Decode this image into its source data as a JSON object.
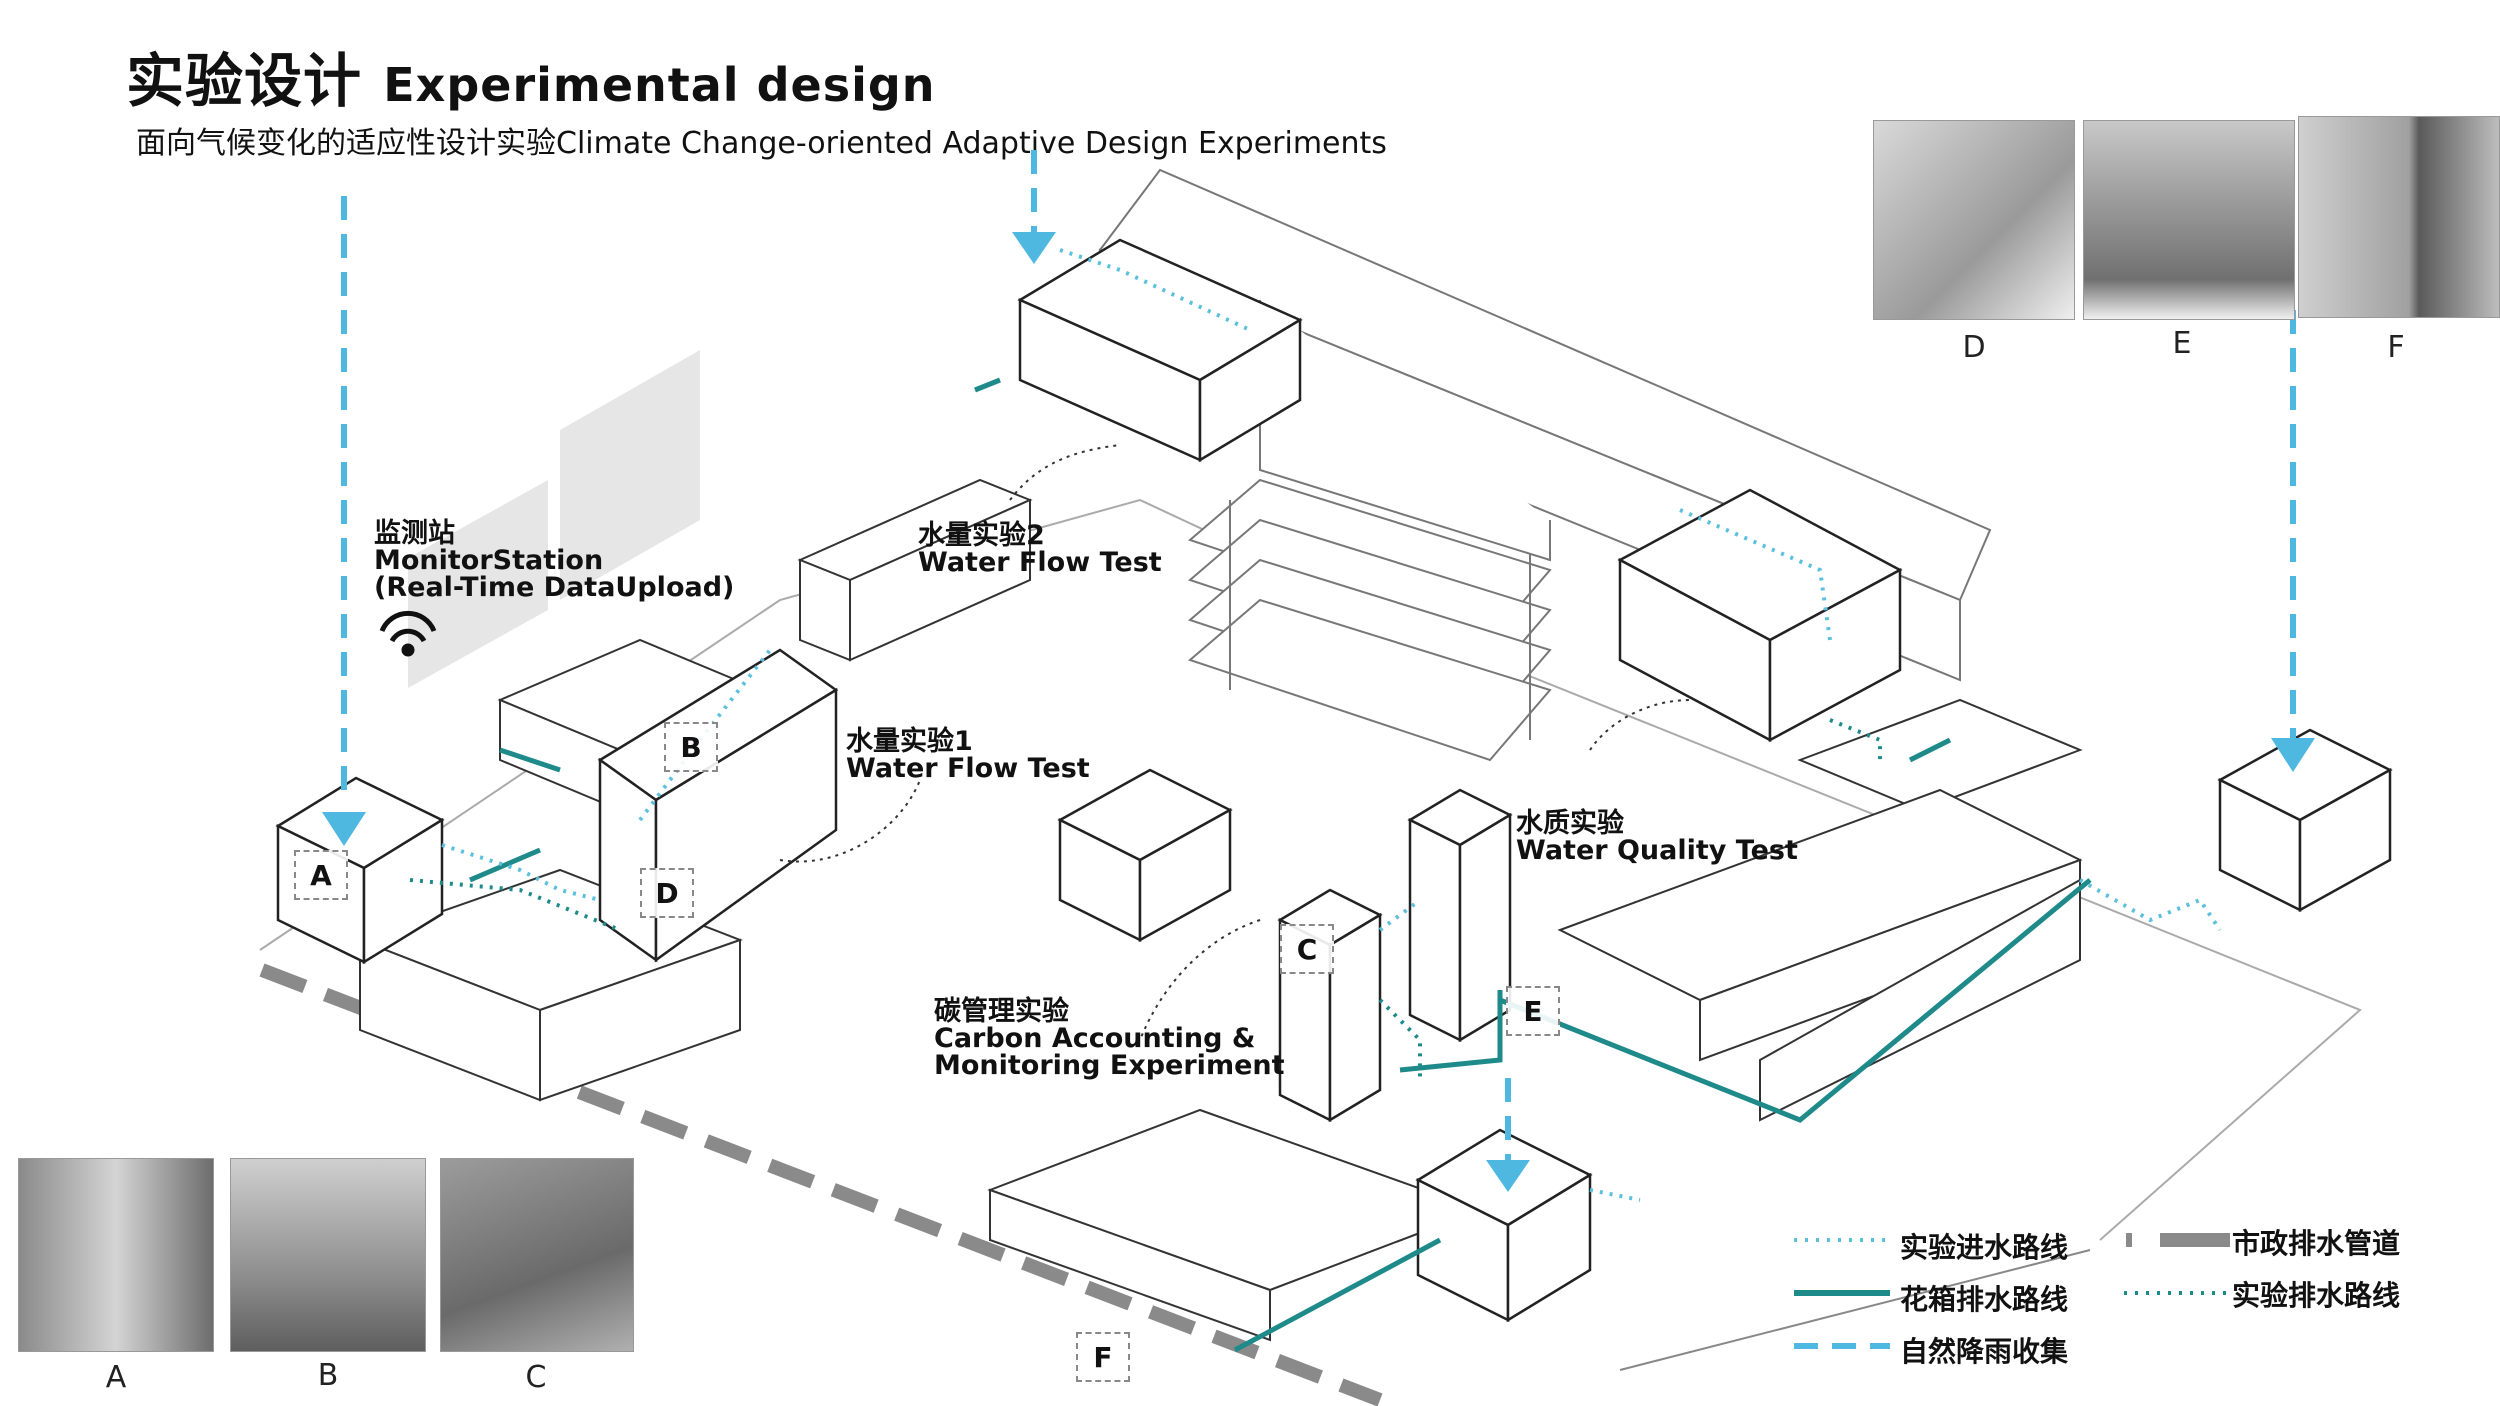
{
  "header": {
    "title_cn": "实验设计",
    "title_en": "Experimental design",
    "subtitle": "面向气候变化的适应性设计实验Climate Change-oriented Adaptive Design Experiments"
  },
  "annotations": {
    "monitor": {
      "cn": "监测站",
      "en1": "MonitorStation",
      "en2": "(Real-Time DataUpload)"
    },
    "flow2": {
      "cn": "水量实验2",
      "en": "Water Flow Test"
    },
    "flow1": {
      "cn": "水量实验1",
      "en": "Water Flow Test"
    },
    "quality": {
      "cn": "水质实验",
      "en": "Water Quality Test"
    },
    "carbon": {
      "cn": "碳管理实验",
      "en1": "Carbon Accounting &",
      "en2": "Monitoring Experiment"
    }
  },
  "markers": {
    "A": "A",
    "B": "B",
    "C": "C",
    "D": "D",
    "E": "E",
    "F": "F"
  },
  "photos": {
    "top": [
      "D",
      "E",
      "F"
    ],
    "bottom": [
      "A",
      "B",
      "C"
    ]
  },
  "legend": {
    "inlet": "实验进水路线",
    "planter_drain": "花箱排水路线",
    "rain": "自然降雨收集",
    "municipal": "市政排水管道",
    "exp_drain": "实验排水路线"
  },
  "colors": {
    "inlet": "#5bc0de",
    "planter_drain": "#1f8a8a",
    "rain": "#4fb8e0",
    "municipal": "#8a8a8a"
  }
}
